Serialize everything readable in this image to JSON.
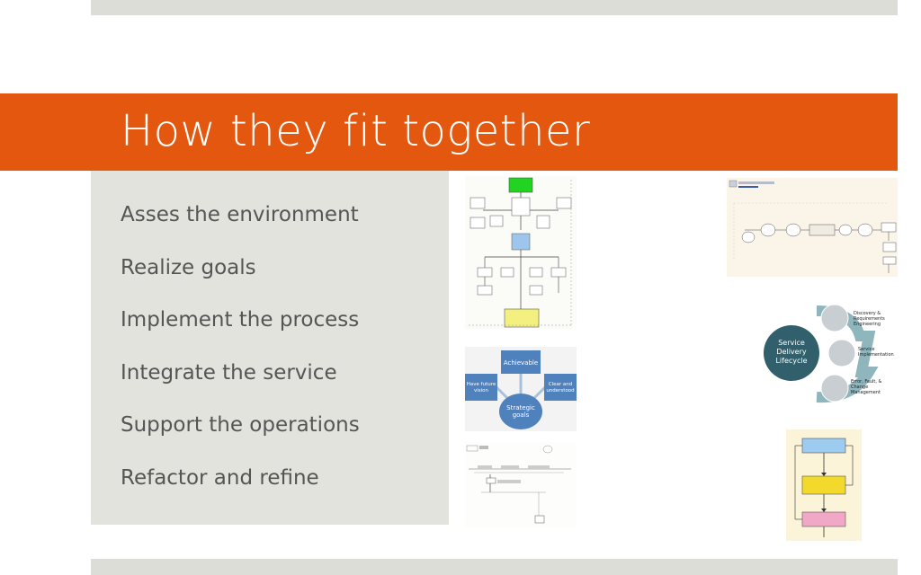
{
  "slide": {
    "title": "How they fit together",
    "bullets": [
      "Asses the environment",
      "Realize goals",
      "Implement the process",
      "Integrate the service",
      "Support the operations",
      "Refactor and refine"
    ]
  },
  "diagrams": {
    "goals": {
      "top": "Achievable",
      "left_line1": "Have future",
      "left_line2": "vision",
      "right_line1": "Clear and",
      "right_line2": "understood",
      "center_line1": "Strategic",
      "center_line2": "goals"
    },
    "lifecycle": {
      "center_line1": "Service",
      "center_line2": "Delivery",
      "center_line3": "Lifecycle",
      "item1_line1": "Discovery &",
      "item1_line2": "Requirements",
      "item1_line3": "Engineering",
      "item2_line1": "Service",
      "item2_line2": "Implementation",
      "item3_line1": "Error, Fault, &",
      "item3_line2": "Change",
      "item3_line3": "Management"
    }
  },
  "colors": {
    "accent": "#e4570f",
    "panel": "#e2e3dc",
    "band": "#dcddd7",
    "goals_blue": "#4f81bd",
    "lifecycle_teal": "#31606c"
  }
}
